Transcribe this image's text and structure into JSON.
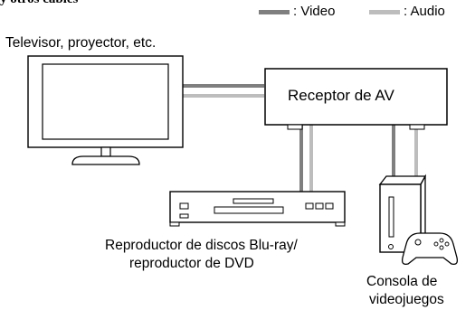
{
  "header_partial": "y otros cables",
  "legend": {
    "video_label": ": Video",
    "audio_label": ": Audio",
    "video_color": "#7f7f7f",
    "audio_color": "#bdbdbd"
  },
  "devices": {
    "tv_label": "Televisor, proyector, etc.",
    "receiver_label": "Receptor de AV",
    "player_label_line1": "Reproductor de discos Blu-ray/",
    "player_label_line2": "reproductor de DVD",
    "console_label_line1": "Consola de",
    "console_label_line2": "videojuegos"
  }
}
